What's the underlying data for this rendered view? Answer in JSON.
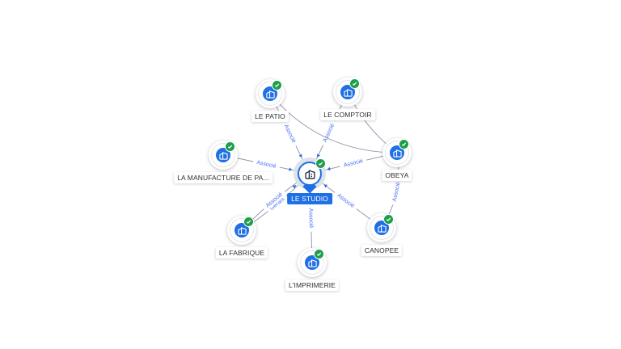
{
  "center": {
    "label": "LE STUDIO",
    "icon": "building-icon",
    "verified": true
  },
  "nodes": [
    {
      "id": "patio",
      "label": "LE PATIO",
      "icon": "building-icon",
      "verified": true
    },
    {
      "id": "comptoir",
      "label": "LE COMPTOIR",
      "icon": "building-icon",
      "verified": true
    },
    {
      "id": "manufacture",
      "label": "LA MANUFACTURE DE PA...",
      "icon": "building-icon",
      "verified": true
    },
    {
      "id": "obeya",
      "label": "OBEYA",
      "icon": "building-icon",
      "verified": true
    },
    {
      "id": "fabrique",
      "label": "LA FABRIQUE",
      "icon": "building-icon",
      "verified": true
    },
    {
      "id": "imprimerie",
      "label": "L'IMPRIMERIE",
      "icon": "building-icon",
      "verified": true
    },
    {
      "id": "canopee",
      "label": "CANOPEE",
      "icon": "building-icon",
      "verified": true
    }
  ],
  "edges": [
    {
      "from": "patio",
      "to": "center",
      "label": "Associé"
    },
    {
      "from": "comptoir",
      "to": "center",
      "label": "Associé"
    },
    {
      "from": "manufacture",
      "to": "center",
      "label": "Associé"
    },
    {
      "from": "obeya",
      "to": "center",
      "label": "Associé"
    },
    {
      "from": "fabrique",
      "to": "center",
      "label": "Gérant"
    },
    {
      "from": "fabrique",
      "to": "center",
      "label": "Associé"
    },
    {
      "from": "imprimerie",
      "to": "center",
      "label": "Associé"
    },
    {
      "from": "canopee",
      "to": "center",
      "label": "Associé"
    },
    {
      "from": "obeya",
      "to": "canopee",
      "label": "Associé"
    },
    {
      "from": "patio",
      "to": "obeya",
      "label": ""
    },
    {
      "from": "comptoir",
      "to": "obeya",
      "label": ""
    }
  ],
  "colors": {
    "accent": "#1f6fe5",
    "verified": "#1e9e4a",
    "edge": "#8a93a6",
    "edge_label": "#4a6cf7"
  }
}
